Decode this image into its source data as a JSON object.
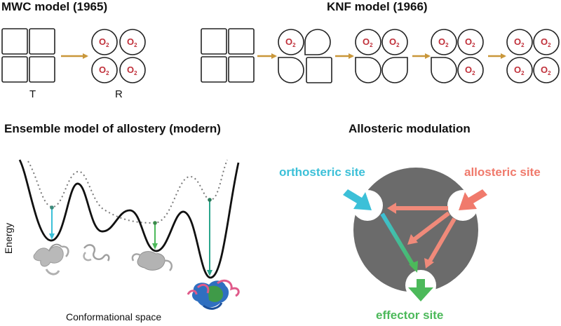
{
  "mwc": {
    "title": "MWC model (1965)",
    "label_t": "T",
    "label_r": "R"
  },
  "knf": {
    "title": "KNF model (1966)"
  },
  "ensemble": {
    "title": "Ensemble model of allostery (modern)",
    "y_label": "Energy",
    "x_label": "Conformational space"
  },
  "modulation": {
    "title": "Allosteric modulation",
    "orthosteric": "orthosteric site",
    "allosteric": "allosteric site",
    "effector": "effector site"
  },
  "ligand": {
    "symbol": "O",
    "subscript": "2"
  },
  "colors": {
    "arrow_gold": "#c9973a",
    "o2_red": "#c0303a",
    "cyan": "#3cc0d8",
    "salmon": "#f07a6c",
    "green": "#4cb95a",
    "disc_gray": "#6b6b6b",
    "teal_arrow": "#2aa58c"
  }
}
